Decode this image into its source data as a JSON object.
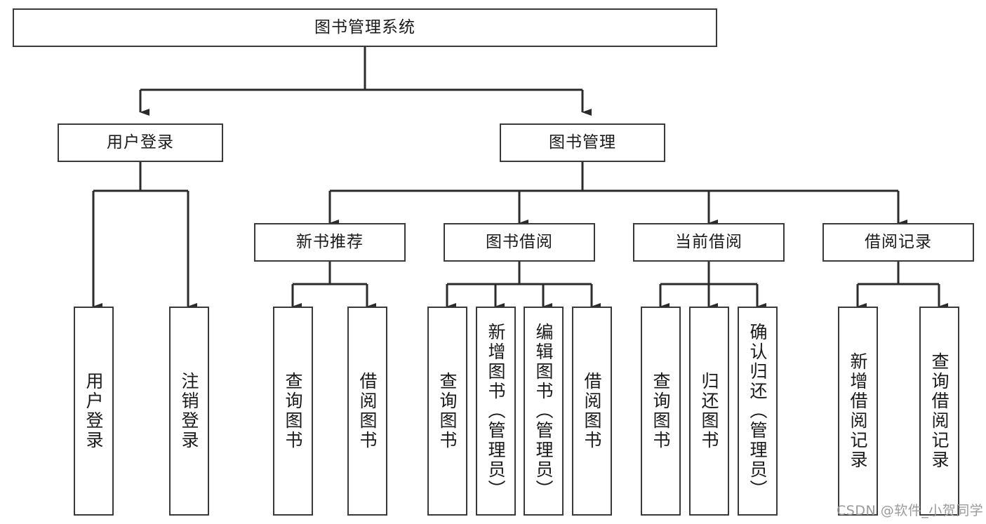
{
  "diagram": {
    "type": "tree-hierarchy",
    "title": "图书管理系统",
    "watermark": "CSDN @软件_小贺同学",
    "colors": {
      "box_border": "#3a3a3a",
      "box_fill": "#ffffff",
      "edge": "#2b2b2b",
      "text": "#1a1a1a",
      "watermark": "#9a9a9a",
      "background": "#ffffff"
    },
    "root": {
      "id": "root",
      "label": "图书管理系统"
    },
    "level2": [
      {
        "id": "user-login",
        "label": "用户登录"
      },
      {
        "id": "book-manage",
        "label": "图书管理"
      }
    ],
    "level3": [
      {
        "id": "new-book-recommend",
        "label": "新书推荐",
        "parent": "book-manage"
      },
      {
        "id": "book-borrow",
        "label": "图书借阅",
        "parent": "book-manage"
      },
      {
        "id": "current-borrow",
        "label": "当前借阅",
        "parent": "book-manage"
      },
      {
        "id": "borrow-record",
        "label": "借阅记录",
        "parent": "book-manage"
      }
    ],
    "leaves": [
      {
        "id": "leaf-user-login",
        "label": "用户登录",
        "parent": "user-login"
      },
      {
        "id": "leaf-logout-login",
        "label": "注销登录",
        "parent": "user-login"
      },
      {
        "id": "leaf-query-book-1",
        "label": "查询图书",
        "parent": "new-book-recommend"
      },
      {
        "id": "leaf-borrow-book-1",
        "label": "借阅图书",
        "parent": "new-book-recommend"
      },
      {
        "id": "leaf-query-book-2",
        "label": "查询图书",
        "parent": "book-borrow"
      },
      {
        "id": "leaf-add-book",
        "label": "新增图书（管理员）",
        "parent": "book-borrow"
      },
      {
        "id": "leaf-edit-book",
        "label": "编辑图书（管理员）",
        "parent": "book-borrow"
      },
      {
        "id": "leaf-borrow-book-2",
        "label": "借阅图书",
        "parent": "book-borrow"
      },
      {
        "id": "leaf-query-book-3",
        "label": "查询图书",
        "parent": "current-borrow"
      },
      {
        "id": "leaf-return-book",
        "label": "归还图书",
        "parent": "current-borrow"
      },
      {
        "id": "leaf-confirm-return",
        "label": "确认归还（管理员）",
        "parent": "current-borrow"
      },
      {
        "id": "leaf-add-record",
        "label": "新增借阅记录",
        "parent": "borrow-record"
      },
      {
        "id": "leaf-query-record",
        "label": "查询借阅记录",
        "parent": "borrow-record"
      }
    ]
  }
}
